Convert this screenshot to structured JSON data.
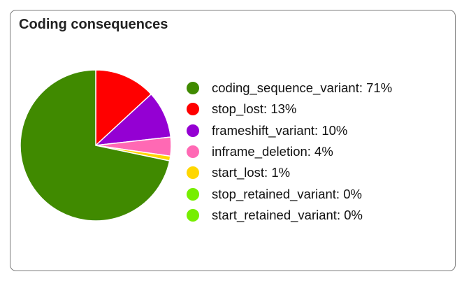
{
  "panel": {
    "title": "Coding consequences"
  },
  "chart_data": {
    "type": "pie",
    "title": "",
    "legend_position": "right",
    "slices": [
      {
        "name": "coding_sequence_variant",
        "value": 71,
        "label": "coding_sequence_variant: 71%",
        "color": "#408a00"
      },
      {
        "name": "stop_lost",
        "value": 13,
        "label": "stop_lost: 13%",
        "color": "#ff0000"
      },
      {
        "name": "frameshift_variant",
        "value": 10,
        "label": "frameshift_variant: 10%",
        "color": "#9400d3"
      },
      {
        "name": "inframe_deletion",
        "value": 4,
        "label": "inframe_deletion: 4%",
        "color": "#ff69b4"
      },
      {
        "name": "start_lost",
        "value": 1,
        "label": "start_lost: 1%",
        "color": "#ffd700"
      },
      {
        "name": "stop_retained_variant",
        "value": 0,
        "label": "stop_retained_variant: 0%",
        "color": "#76ee00"
      },
      {
        "name": "start_retained_variant",
        "value": 0,
        "label": "start_retained_variant: 0%",
        "color": "#76ee00"
      }
    ]
  }
}
